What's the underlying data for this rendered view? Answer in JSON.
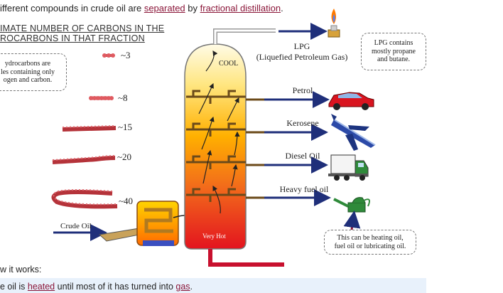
{
  "intro": {
    "prefix": "ifferent compounds in crude oil are ",
    "link1": "separated",
    "middle": " by ",
    "link2": "fractional distillation",
    "suffix": "."
  },
  "heading": {
    "line1": "IMATE NUMBER OF CARBONS IN THE",
    "line2": "ROCARBONS IN THAT FRACTION"
  },
  "hydrocarbon_note": [
    "ydrocarbons are",
    "les containing only",
    "ogen and carbon."
  ],
  "carbon_counts": [
    "~3",
    "~8",
    "~15",
    "~20",
    "~40"
  ],
  "column": {
    "top_label": "COOL",
    "bottom_label": "Very Hot"
  },
  "crude_oil_label": "Crude Oil",
  "fractions": [
    {
      "name": "LPG",
      "sub": "(Liquefied Petroleum Gas)",
      "icon": "gas-flame-icon"
    },
    {
      "name": "Petrol",
      "icon": "car-icon"
    },
    {
      "name": "Kerosene",
      "icon": "airplane-icon"
    },
    {
      "name": "Diesel Oil",
      "icon": "truck-icon"
    },
    {
      "name": "Heavy fuel oil",
      "icon": "oil-can-icon"
    }
  ],
  "lpg_note": [
    "LPG contains",
    "mostly propane",
    "and butane."
  ],
  "heavy_note": [
    "This can be heating oil,",
    "fuel oil or lubricating oil."
  ],
  "how_it_works": "w it works:",
  "step1": {
    "prefix": "e oil is ",
    "link1": "heated",
    "middle": " until most of it has turned into ",
    "link2": "gas",
    "suffix": "."
  },
  "colors": {
    "link": "#8a1538",
    "arrow": "#1f2f7a",
    "column_top": "#fff4cc",
    "column_bottom": "#e8202a",
    "step_bg": "#e8f1fb"
  }
}
